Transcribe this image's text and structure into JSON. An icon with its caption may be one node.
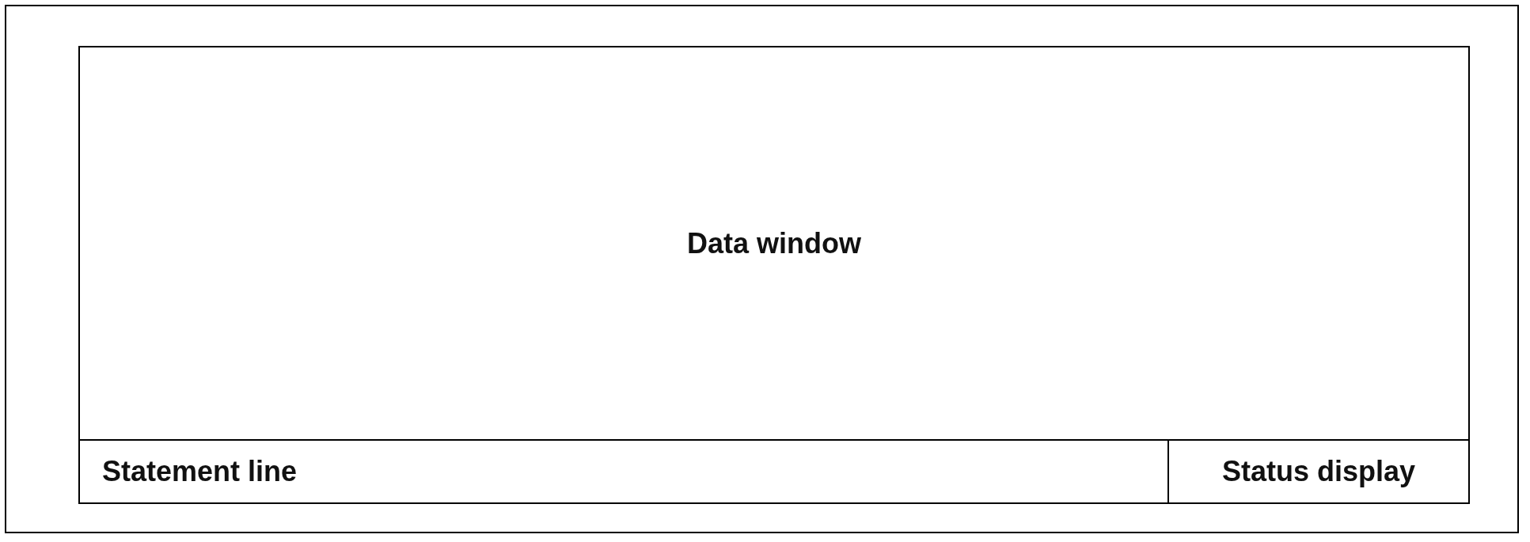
{
  "diagram": {
    "nodes": [
      {
        "text": [
          "Data window"
        ]
      },
      {
        "text": [
          "Statement line"
        ]
      },
      {
        "text": [
          "Status display"
        ]
      }
    ]
  }
}
